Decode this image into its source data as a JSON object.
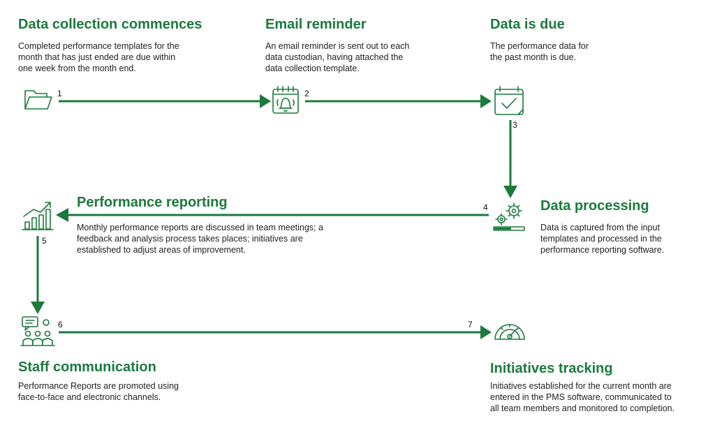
{
  "colors": {
    "accent": "#1b7a3c",
    "text": "#222222"
  },
  "steps": [
    {
      "number": "1",
      "icon": "folder-icon",
      "title": "Data collection commences",
      "desc": [
        "Completed performance templates for the",
        "month that has just ended are due within",
        "one week from the month end."
      ]
    },
    {
      "number": "2",
      "icon": "calendar-bell-icon",
      "title": "Email reminder",
      "desc": [
        "An email reminder is sent out to each",
        "data custodian, having attached the",
        "data collection template."
      ]
    },
    {
      "number": "3",
      "icon": "calendar-check-icon",
      "title": "Data is due",
      "desc": [
        "The performance data for",
        "the past month is due."
      ]
    },
    {
      "number": "4",
      "icon": "gears-progress-icon",
      "title": "Data processing",
      "desc": [
        "Data is captured from the input",
        "templates and processed in the",
        "performance reporting software."
      ]
    },
    {
      "number": "5",
      "icon": "bar-chart-growth-icon",
      "title": "Performance reporting",
      "desc": [
        "Monthly performance reports are discussed in team meetings; a",
        "feedback and analysis process takes places; initiatives are",
        "established to adjust areas of improvement."
      ]
    },
    {
      "number": "6",
      "icon": "team-meeting-icon",
      "title": "Staff communication",
      "desc": [
        "Performance Reports are promoted using",
        "face-to-face and electronic channels."
      ]
    },
    {
      "number": "7",
      "icon": "speedometer-icon",
      "title": "Initiatives tracking",
      "desc": [
        "Initiatives established for the current month are",
        "entered in the PMS software, communicated to",
        "all team members and monitored to completion."
      ]
    }
  ]
}
